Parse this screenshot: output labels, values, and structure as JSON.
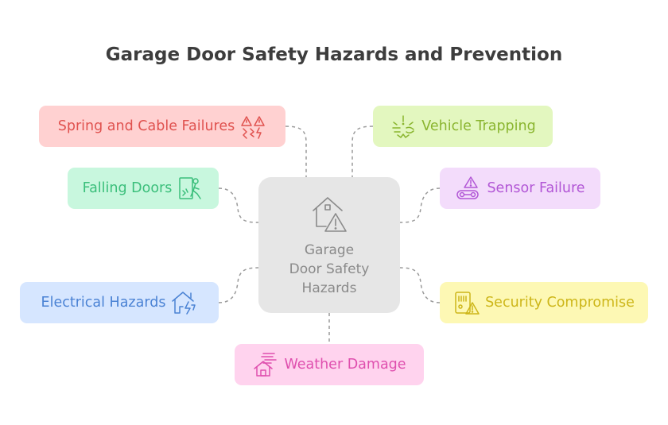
{
  "title": "Garage Door Safety Hazards and Prevention",
  "center": {
    "label": "Garage\nDoor Safety\nHazards",
    "icon": "house-warning-icon"
  },
  "nodes": {
    "spring": {
      "label": "Spring and Cable Failures",
      "icon": "broken-spring-warning-icon",
      "color": "#e0524f",
      "bg": "#ffd1d1"
    },
    "falling": {
      "label": "Falling Doors",
      "icon": "falling-door-icon",
      "color": "#3bbf7b",
      "bg": "#c8f7de"
    },
    "electrical": {
      "label": "Electrical Hazards",
      "icon": "electric-house-icon",
      "color": "#4a82d4",
      "bg": "#d6e6ff"
    },
    "vehicle": {
      "label": "Vehicle Trapping",
      "icon": "vehicle-trap-icon",
      "color": "#8ab52f",
      "bg": "#e3f7bf"
    },
    "sensor": {
      "label": "Sensor Failure",
      "icon": "sensor-warning-icon",
      "color": "#b257d6",
      "bg": "#f3dcfb"
    },
    "security": {
      "label": "Security Compromise",
      "icon": "security-warning-icon",
      "color": "#cdb619",
      "bg": "#fdf8b4"
    },
    "weather": {
      "label": "Weather Damage",
      "icon": "storm-house-icon",
      "color": "#df4fae",
      "bg": "#ffd3ee"
    }
  }
}
